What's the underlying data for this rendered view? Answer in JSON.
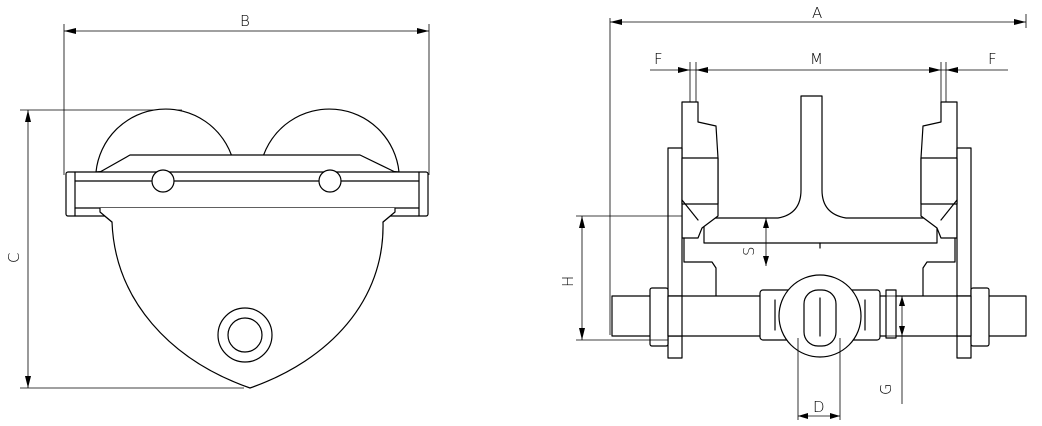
{
  "drawing": {
    "side_view": {
      "labels": {
        "B": "B",
        "C": "C"
      }
    },
    "front_view": {
      "labels": {
        "A": "A",
        "F_left": "F",
        "M": "M",
        "F_right": "F",
        "H": "H",
        "S": "S",
        "D": "D",
        "G": "G"
      }
    }
  }
}
